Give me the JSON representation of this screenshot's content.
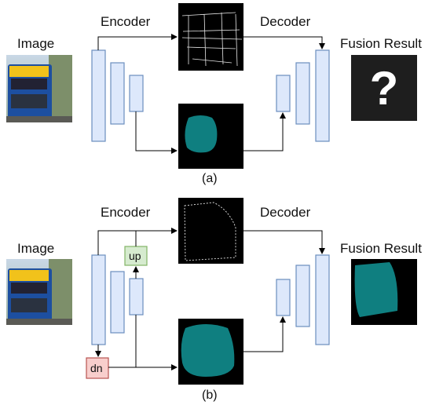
{
  "panel_a": {
    "image_label": "Image",
    "encoder_label": "Encoder",
    "decoder_label": "Decoder",
    "fusion_label": "Fusion Result",
    "fusion_symbol": "?",
    "caption": "(a)"
  },
  "panel_b": {
    "image_label": "Image",
    "encoder_label": "Encoder",
    "decoder_label": "Decoder",
    "fusion_label": "Fusion Result",
    "up_label": "up",
    "dn_label": "dn",
    "caption": "(b)"
  },
  "colors": {
    "block_fill": "#dde8fb",
    "block_stroke": "#6c8ebf",
    "mask_teal": "#0f7f80",
    "up_fill": "#d6ebcf",
    "dn_fill": "#f8cecc"
  }
}
